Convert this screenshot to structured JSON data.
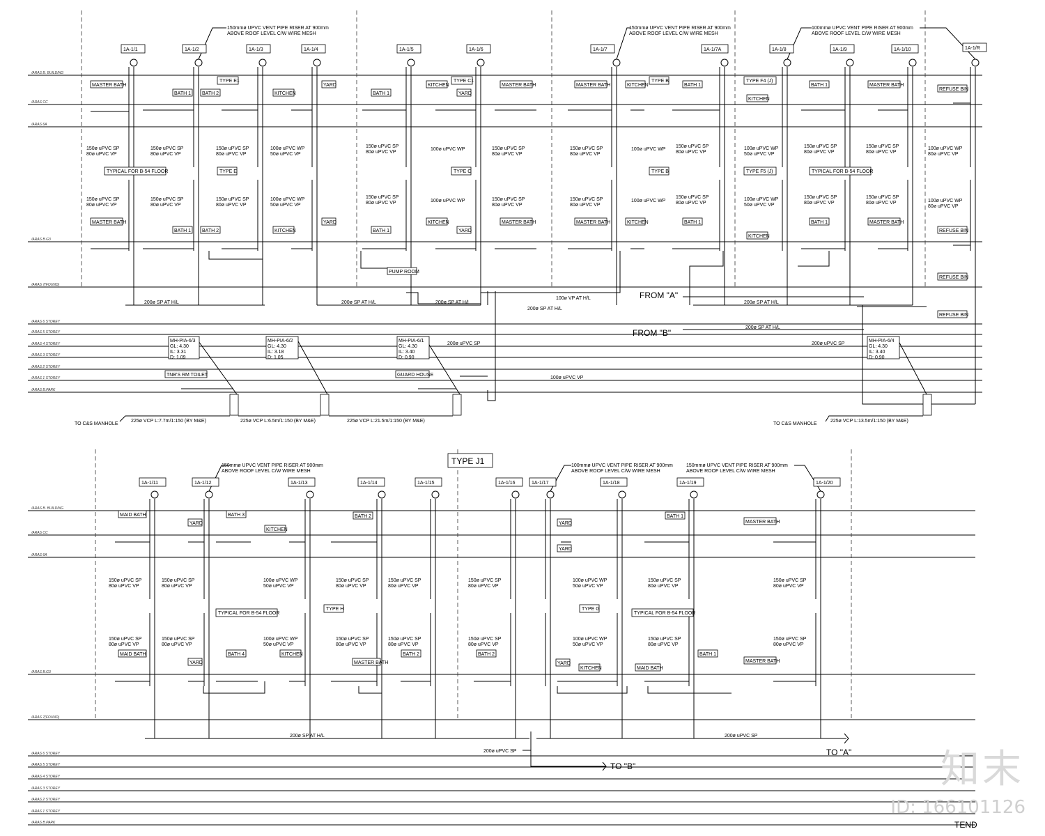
{
  "top": {
    "levels": [
      "/ARAS B. BUILDING",
      "/ARAS CC",
      "/ARAS 6A",
      "/ARAS B.G3",
      "/ARAS 7(FOUND)",
      "/ARAS 6 STOREY",
      "/ARAS 5 STOREY",
      "/ARAS 4 STOREY",
      "/ARAS 3 STOREY",
      "/ARAS 2 STOREY",
      "/ARAS 1 STOREY",
      "/ARAS B.PARK"
    ],
    "stacks": [
      "1A-1/1",
      "1A-1/2",
      "1A-1/3",
      "1A-1/4",
      "1A-1/5",
      "1A-1/6",
      "1A-1/7",
      "1A-1/7A",
      "1A-1/8",
      "1A-1/9",
      "1A-1/10",
      "1A-1/R"
    ],
    "vent_notes": [
      "150mmø UPVC VENT PIPE RISER AT 900mm\nABOVE ROOF LEVEL C/W WIRE MESH",
      "150mmø UPVC VENT PIPE RISER AT 900mm\nABOVE ROOF LEVEL C/W WIRE MESH",
      "100mmø UPVC VENT PIPE RISER AT 900mm\nABOVE ROOF LEVEL C/W WIRE MESH"
    ],
    "types": [
      "TYPE E1",
      "TYPE E",
      "TYPE C1",
      "TYPE C",
      "TYPE B",
      "TYPE B",
      "TYPE F4 (J)",
      "TYPE F5 (J)"
    ],
    "typical_notes": [
      "TYPICAL FOR B-54 FLOOR",
      "TYPICAL FOR B-54 FLOOR"
    ],
    "rooms_row1": [
      "MASTER BATH",
      "BATH 1",
      "BATH 2",
      "KITCHEN",
      "YARD",
      "BATH 1",
      "KITCHEN",
      "YARD",
      "MASTER BATH",
      "MASTER BATH",
      "KITCHEN",
      "BATH 1",
      "KITCHEN",
      "BATH 1",
      "MASTER BATH",
      "REFUSE BIN"
    ],
    "rooms_row2": [
      "MASTER BATH",
      "BATH 1",
      "BATH 2",
      "KITCHEN",
      "YARD",
      "BATH 1",
      "KITCHEN",
      "YARD",
      "MASTER BATH",
      "MASTER BATH",
      "KITCHEN",
      "BATH 1",
      "KITCHEN",
      "BATH 1",
      "MASTER BATH",
      "REFUSE BIN"
    ],
    "pipe_labels": [
      "150ø uPVC SP\n80ø uPVC VP",
      "150ø uPVC SP\n80ø uPVC VP",
      "150ø uPVC SP\n80ø uPVC VP",
      "100ø uPVC WP\n50ø uPVC VP",
      "150ø uPVC SP\n80ø uPVC VP",
      "100ø uPVC WP",
      "150ø uPVC SP\n80ø uPVC VP",
      "150ø uPVC SP\n80ø uPVC VP",
      "100ø uPVC WP",
      "150ø uPVC SP\n80ø uPVC VP",
      "100ø uPVC WP\n50ø uPVC VP",
      "150ø uPVC SP\n80ø uPVC VP",
      "150ø uPVC SP\n80ø uPVC VP",
      "100ø uPVC WP\n80ø uPVC VP"
    ],
    "pump_room": "PUMP ROOM",
    "refuse_bins": [
      "REFUSE BIN",
      "REFUSE BIN"
    ],
    "hl_labels": [
      "200ø SP AT H/L",
      "200ø SP AT H/L",
      "200ø SP AT H/L",
      "100ø VP AT H/L",
      "200ø SP AT H/L",
      "200ø SP AT H/L",
      "200ø SP AT H/L"
    ],
    "from_a": "FROM \"A\"",
    "from_b": "FROM \"B\"",
    "manholes": [
      "MH-PIA-6/3\nGL: 4.30\nIL: 3.31\nD: 1.09",
      "MH-PIA-6/2\nGL: 4.30\nIL: 3.18\nD: 1.05",
      "MH-PIA-6/1\nGL: 4.30\nIL: 3.40\nD: 0.90",
      "MH-PIA-6/4\nGL: 4.30\nIL: 3.40\nD: 0.90"
    ],
    "upvc_sp": [
      "200ø uPVC SP",
      "200ø uPVC SP"
    ],
    "vp100": "100ø uPVC VP",
    "toilets": [
      "TNB'S RM TOILET",
      "GUARD HOUSE"
    ],
    "to_manhole": [
      "TO C&S MANHOLE",
      "TO C&S MANHOLE"
    ],
    "vcp": [
      "225ø VCP L:7.7m/1:150 (BY M&E)",
      "225ø VCP L:6.5m/1:150 (BY M&E)",
      "225ø VCP L:21.5m/1:150 (BY M&E)",
      "225ø VCP L:13.5m/1:150 (BY M&E)"
    ]
  },
  "bottom": {
    "title": "TYPE J1",
    "levels": [
      "/ARAS B. BUILDING",
      "/ARAS CC",
      "/ARAS 6A",
      "/ARAS B.G3",
      "/ARAS 7(FOUND)",
      "/ARAS 6 STOREY",
      "/ARAS 5 STOREY",
      "/ARAS 4 STOREY",
      "/ARAS 3 STOREY",
      "/ARAS 2 STOREY",
      "/ARAS 1 STOREY",
      "/ARAS B.PARK"
    ],
    "stacks": [
      "1A-1/11",
      "1A-1/12",
      "1A-1/13",
      "1A-1/14",
      "1A-1/15",
      "1A-1/16",
      "1A-1/17",
      "1A-1/18",
      "1A-1/19",
      "1A-1/20"
    ],
    "vent_notes": [
      "150mmø UPVC VENT PIPE RISER AT 900mm\nABOVE ROOF LEVEL C/W WIRE MESH",
      "100mmø UPVC VENT PIPE RISER AT 900mm\nABOVE ROOF LEVEL C/W WIRE MESH",
      "150mmø UPVC VENT PIPE RISER AT 900mm\nABOVE ROOF LEVEL C/W WIRE MESH"
    ],
    "rooms_row1": [
      "MAID BATH",
      "YARD",
      "BATH 3",
      "KITCHEN",
      "BATH 2",
      "YARD",
      "YARD",
      "BATH 1",
      "MASTER BATH"
    ],
    "rooms_row2": [
      "MAID BATH",
      "YARD",
      "BATH 4",
      "KITCHEN",
      "MASTER BATH",
      "BATH 2",
      "BATH 2",
      "YARD",
      "KITCHEN",
      "MAID BATH",
      "BATH 1",
      "MASTER BATH"
    ],
    "types": [
      "TYPE H",
      "TYPE G"
    ],
    "typical_notes": [
      "TYPICAL FOR B-54 FLOOR",
      "TYPICAL FOR B-54 FLOOR"
    ],
    "pipe_labels": [
      "150ø uPVC SP\n80ø uPVC VP",
      "150ø uPVC SP\n80ø uPVC VP",
      "100ø uPVC WP\n50ø uPVC VP",
      "150ø uPVC SP\n80ø uPVC VP",
      "150ø uPVC SP\n80ø uPVC VP",
      "150ø uPVC SP\n80ø uPVC VP",
      "100ø uPVC WP\n50ø uPVC VP",
      "150ø uPVC SP\n80ø uPVC VP",
      "150ø uPVC SP\n80ø uPVC VP"
    ],
    "hl_label": "200ø SP AT H/L",
    "sp200": "200ø uPVC SP",
    "sp200b": "200ø uPVC SP",
    "to_a": "TO \"A\"",
    "to_b": "TO \"B\""
  },
  "watermark": {
    "logo": "知末",
    "id": "ID: 166101126",
    "tend": "TEND"
  }
}
